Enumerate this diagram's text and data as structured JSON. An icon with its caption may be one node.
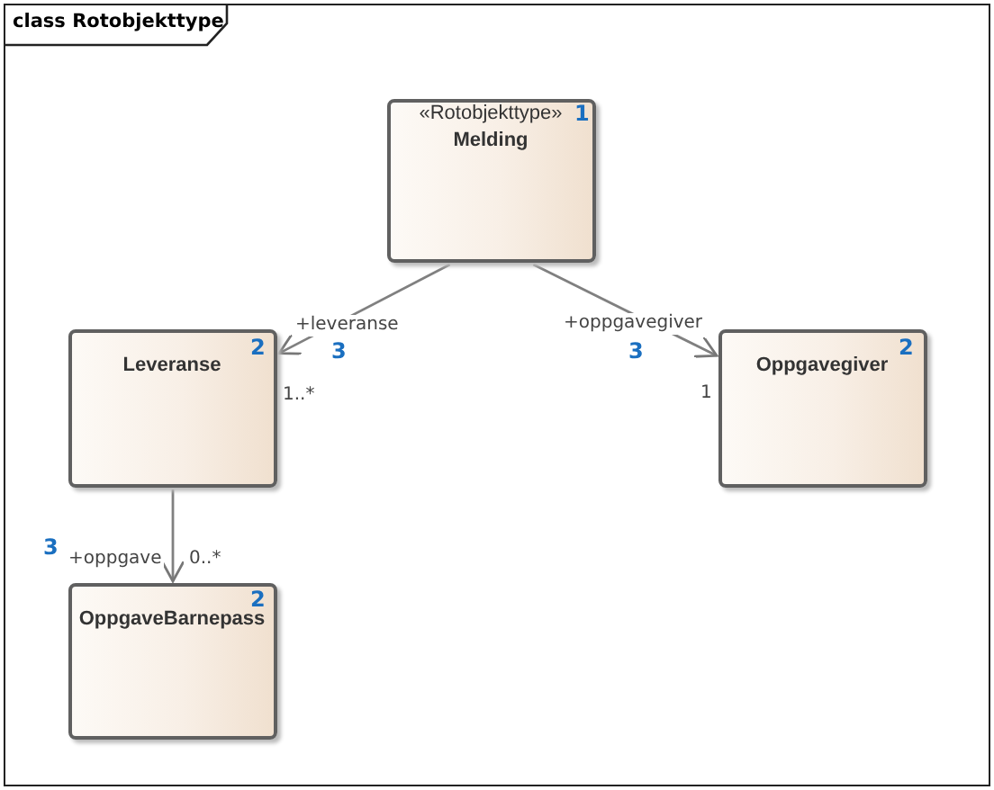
{
  "diagram": {
    "nodes": [
      {
        "text": [
          "class Rotobjekttype"
        ]
      },
      {
        "text": [
          "«Rotobjekttype»",
          "Melding"
        ],
        "in": 0
      },
      {
        "text": [
          "Leveranse"
        ],
        "in": 0
      },
      {
        "text": [
          "Oppgavegiver"
        ],
        "in": 0
      },
      {
        "text": [
          "OppgaveBarnepass"
        ],
        "in": 0
      }
    ],
    "edges": [
      {
        "from": 1,
        "to": 2,
        "arrow": "to",
        "label": "+leveranse"
      },
      {
        "from": 1,
        "to": 3,
        "arrow": "to",
        "label": "+oppgavegiver"
      },
      {
        "from": 2,
        "to": 4,
        "arrow": "to",
        "label": "+oppgave"
      }
    ],
    "labels": [
      "1",
      "2",
      "3",
      "1..*",
      "3",
      "1",
      "2",
      "3",
      "0..*",
      "2"
    ]
  }
}
